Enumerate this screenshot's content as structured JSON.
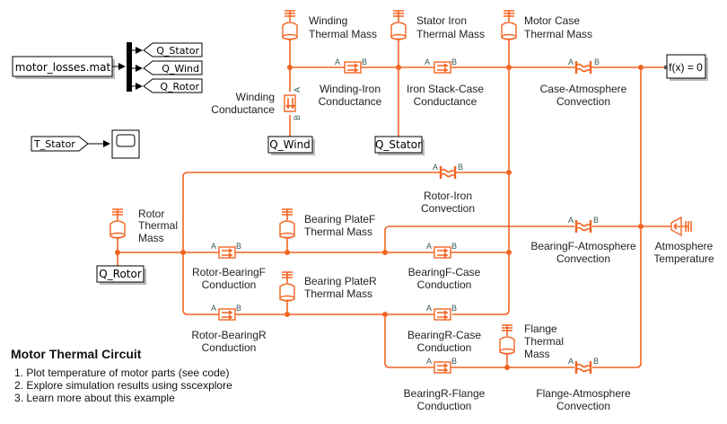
{
  "model": {
    "accent_color": "#F26522",
    "signal_color": "#000000"
  },
  "signal_blocks": {
    "from_file": "motor_losses.mat",
    "goto_tags": [
      "Q_Stator",
      "Q_Wind",
      "Q_Rotor"
    ],
    "from_t_stator": "T_Stator",
    "from_tags": {
      "wind": "Q_Wind",
      "stator": "Q_Stator",
      "rotor": "Q_Rotor"
    },
    "solver": "f(x) = 0"
  },
  "thermal_masses": {
    "winding": [
      "Winding",
      "Thermal Mass"
    ],
    "stator_iron": [
      "Stator Iron",
      "Thermal Mass"
    ],
    "motor_case": [
      "Motor Case",
      "Thermal Mass"
    ],
    "rotor": [
      "Rotor",
      "Thermal",
      "Mass"
    ],
    "bearing_plate_f": [
      "Bearing PlateF",
      "Thermal Mass"
    ],
    "bearing_plate_r": [
      "Bearing PlateR",
      "Thermal Mass"
    ],
    "flange": [
      "Flange",
      "Thermal",
      "Mass"
    ]
  },
  "conduction_blocks": {
    "winding_iron": [
      "Winding-Iron",
      "Conductance"
    ],
    "iron_stack_case": [
      "Iron Stack-Case",
      "Conductance"
    ],
    "winding": [
      "Winding",
      "Conductance"
    ],
    "rotor_bearing_f": [
      "Rotor-BearingF",
      "Conduction"
    ],
    "rotor_bearing_r": [
      "Rotor-BearingR",
      "Conduction"
    ],
    "bearing_f_case": [
      "BearingF-Case",
      "Conduction"
    ],
    "bearing_r_case": [
      "BearingR-Case",
      "Conduction"
    ],
    "bearing_r_flange": [
      "BearingR-Flange",
      "Conduction"
    ]
  },
  "convection_blocks": {
    "case_atmosphere": [
      "Case-Atmosphere",
      "Convection"
    ],
    "rotor_iron": [
      "Rotor-Iron",
      "Convection"
    ],
    "bearing_f_atmosphere": [
      "BearingF-Atmosphere",
      "Convection"
    ],
    "flange_atmosphere": [
      "Flange-Atmosphere",
      "Convection"
    ]
  },
  "temperature_source": [
    "Atmosphere",
    "Temperature"
  ],
  "ports": {
    "a": "A",
    "b": "B"
  },
  "annotation": {
    "title": "Motor Thermal Circuit",
    "items": [
      "1. Plot temperature of motor parts (see code)",
      "2. Explore simulation results using sscexplore",
      "3. Learn more about this example"
    ]
  }
}
